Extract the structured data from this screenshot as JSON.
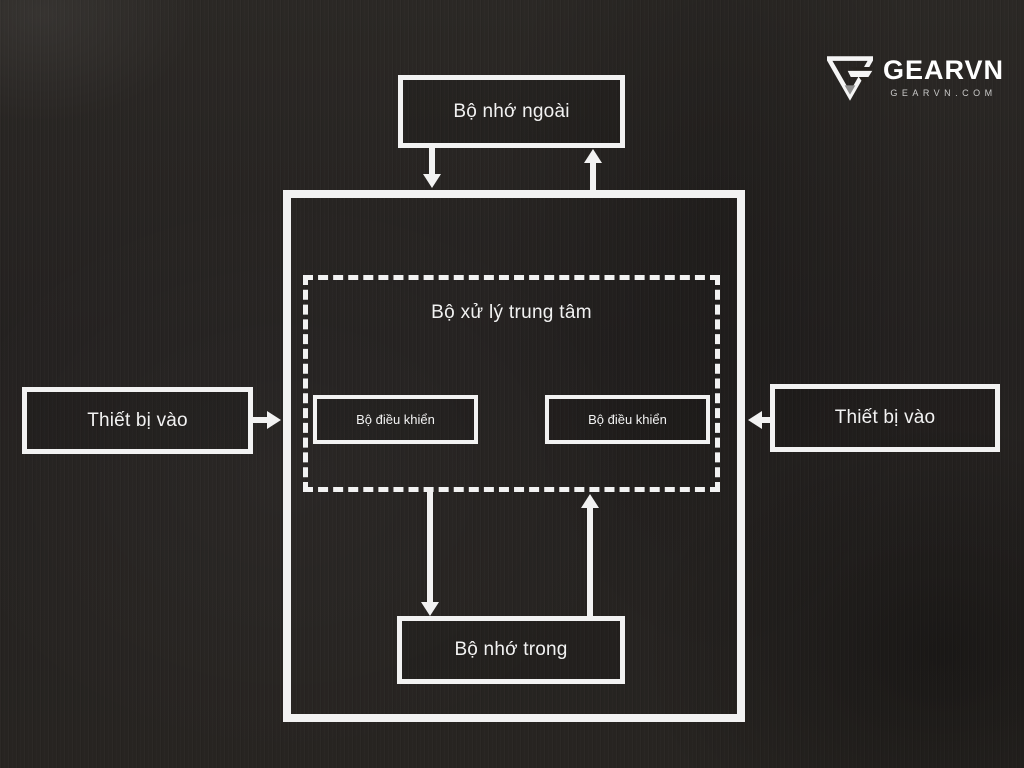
{
  "logo": {
    "brand": "GEARVN",
    "domain": "GEARVN.COM",
    "brand_color": "#ffffff",
    "mark_tip_color": "#8f8f8f"
  },
  "diagram": {
    "line_color": "#f2f2f2",
    "background_color": "#262220",
    "boxes": {
      "external_memory": {
        "label": "Bộ nhớ ngoài"
      },
      "main_unit": {
        "label": ""
      },
      "cpu": {
        "label": "Bộ xử lý trung tâm",
        "border_style": "dashed"
      },
      "control_unit_left": {
        "label": "Bộ điều khiển"
      },
      "control_unit_right": {
        "label": "Bộ điều khiển"
      },
      "internal_memory": {
        "label": "Bộ nhớ trong"
      },
      "input_device_left": {
        "label": "Thiết bị vào"
      },
      "input_device_right": {
        "label": "Thiết bị vào"
      }
    },
    "arrows": [
      {
        "from": "external_memory",
        "to": "main_unit",
        "direction": "down"
      },
      {
        "from": "main_unit",
        "to": "external_memory",
        "direction": "up"
      },
      {
        "from": "input_device_left",
        "to": "main_unit",
        "direction": "right"
      },
      {
        "from": "input_device_right",
        "to": "main_unit",
        "direction": "left"
      },
      {
        "from": "cpu",
        "to": "internal_memory",
        "direction": "down"
      },
      {
        "from": "internal_memory",
        "to": "cpu",
        "direction": "up"
      }
    ]
  }
}
